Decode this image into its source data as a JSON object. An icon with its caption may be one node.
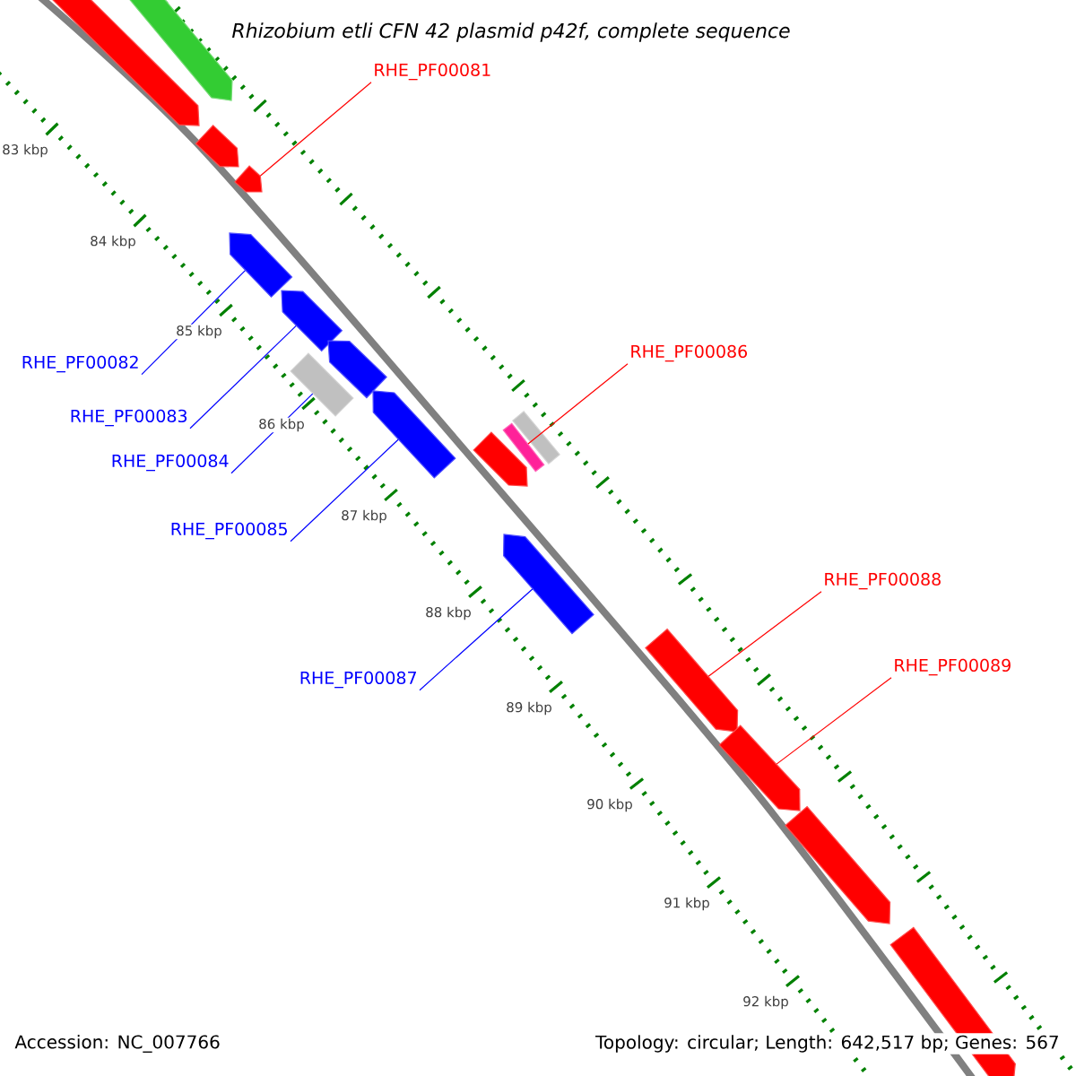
{
  "diagram": {
    "title": "Rhizobium etli CFN 42 plasmid p42f, complete sequence",
    "nodes": [
      {
        "text": [],
        "shape": "arrow"
      },
      {
        "text": [],
        "shape": "arrow"
      },
      {
        "text": [],
        "shape": "arrow"
      },
      {
        "text": [],
        "shape": "arrow"
      },
      {
        "text": [],
        "shape": "arrow"
      },
      {
        "text": [],
        "shape": "arrow"
      },
      {
        "text": [],
        "shape": "box"
      },
      {
        "text": [],
        "shape": "arrow"
      },
      {
        "text": [],
        "shape": "arrow"
      },
      {
        "text": [],
        "shape": "box"
      },
      {
        "text": [],
        "shape": "box"
      },
      {
        "text": [],
        "shape": "arrow"
      },
      {
        "text": [],
        "shape": "arrow"
      },
      {
        "text": [],
        "shape": "arrow"
      },
      {
        "text": [],
        "shape": "arrow"
      },
      {
        "text": [],
        "shape": "arrow"
      },
      {
        "text": [],
        "shape": "arrow"
      },
      {
        "text": [
          "RHE_PF00081"
        ]
      },
      {
        "text": [
          "RHE_PF00082"
        ]
      },
      {
        "text": [
          "RHE_PF00083"
        ]
      },
      {
        "text": [
          "RHE_PF00084"
        ]
      },
      {
        "text": [
          "RHE_PF00085"
        ]
      },
      {
        "text": [
          "RHE_PF00086"
        ]
      },
      {
        "text": [
          "RHE_PF00087"
        ]
      },
      {
        "text": [
          "RHE_PF00088"
        ]
      },
      {
        "text": [
          "RHE_PF00089"
        ]
      }
    ],
    "edges": [
      {
        "from": 17,
        "to": 3,
        "arrow": "none",
        "color": "#ff0000"
      },
      {
        "from": 18,
        "to": 4,
        "arrow": "none"
      },
      {
        "from": 19,
        "to": 5,
        "arrow": "none"
      },
      {
        "from": 20,
        "to": 6,
        "arrow": "none"
      },
      {
        "from": 21,
        "to": 8,
        "arrow": "none"
      },
      {
        "from": 22,
        "to": 10,
        "arrow": "none",
        "color": "#ff0000"
      },
      {
        "from": 23,
        "to": 12,
        "arrow": "none"
      },
      {
        "from": 24,
        "to": 13,
        "arrow": "none",
        "color": "#ff0000"
      },
      {
        "from": 25,
        "to": 14,
        "arrow": "none",
        "color": "#ff0000"
      }
    ],
    "labels": [
      "83 kbp",
      "84 kbp",
      "85 kbp",
      "86 kbp",
      "87 kbp",
      "88 kbp",
      "89 kbp",
      "90 kbp",
      "91 kbp",
      "92 kbp",
      "Accession: NC_007766",
      "Topology: circular; Length: 642,517 bp; Genes: 567"
    ]
  }
}
